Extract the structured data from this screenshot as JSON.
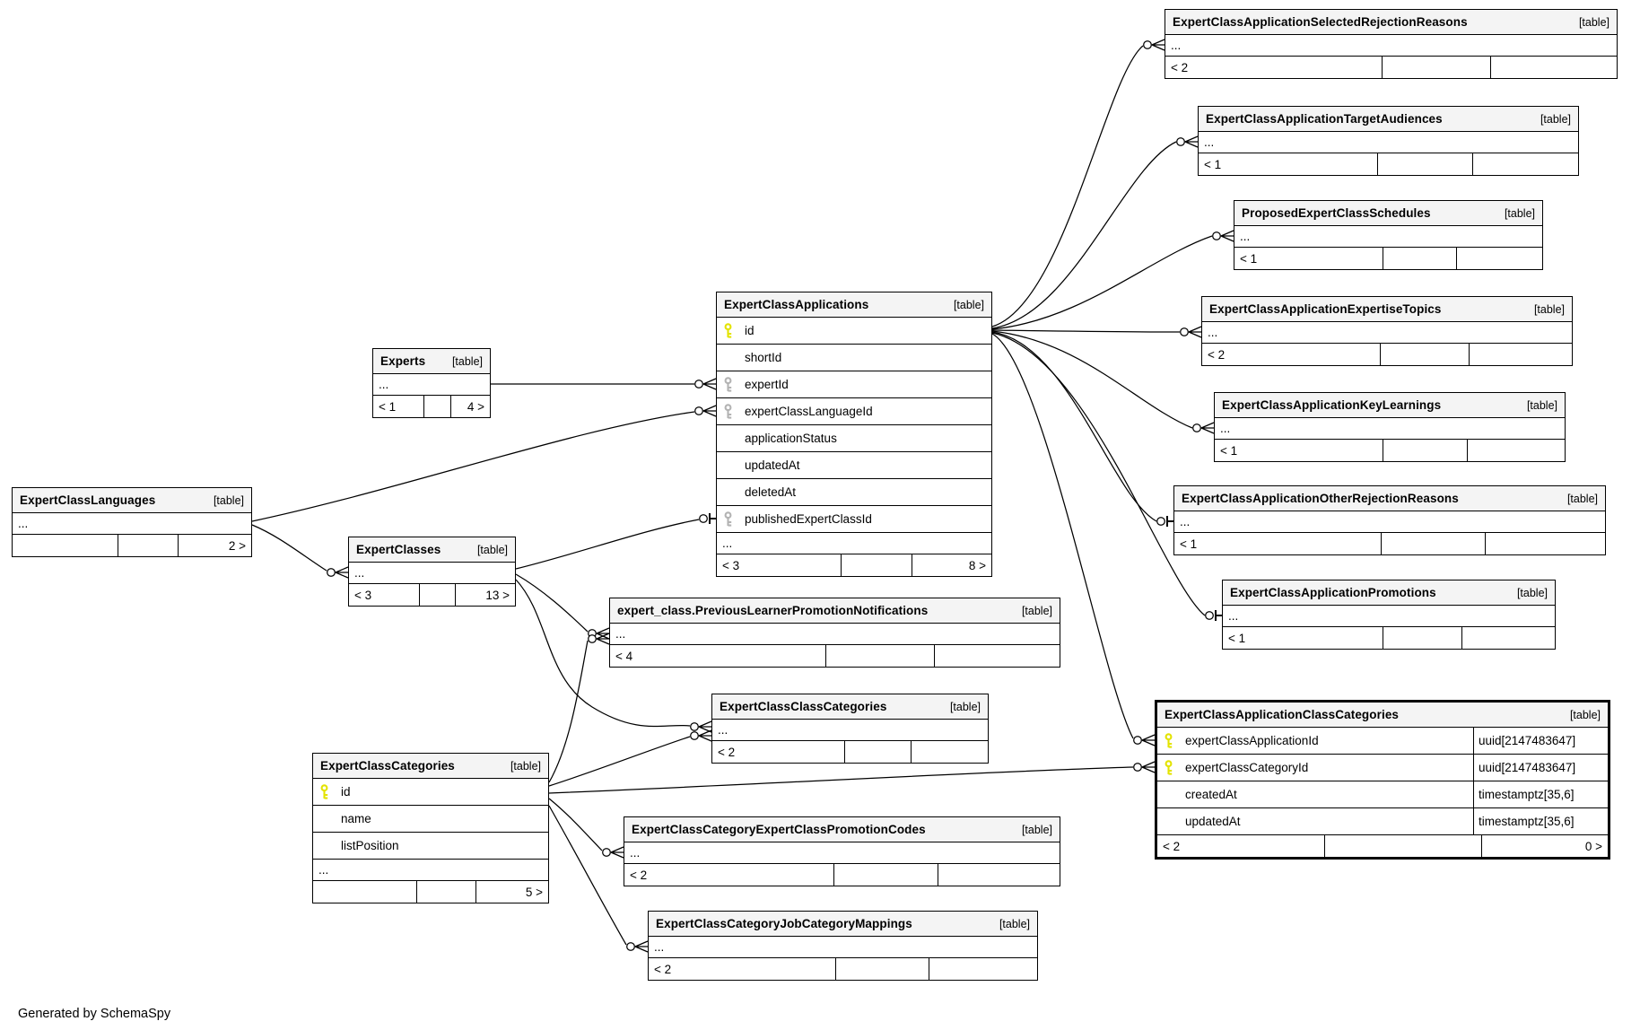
{
  "diagram": {
    "generator_note": "Generated by SchemaSpy",
    "ellipsis_label": "...",
    "primary_key_color": "#e3e300",
    "foreign_key_color": "#b3b3b3",
    "line_color": "#000000"
  },
  "tables": [
    {
      "id": "eca",
      "name": "ExpertClassApplications",
      "tag": "[table]",
      "emphasized": false,
      "columns": [
        {
          "name": "id",
          "key": "pk",
          "type": ""
        },
        {
          "name": "shortId",
          "key": "",
          "type": ""
        },
        {
          "name": "expertId",
          "key": "fk",
          "type": ""
        },
        {
          "name": "expertClassLanguageId",
          "key": "fk",
          "type": ""
        },
        {
          "name": "applicationStatus",
          "key": "",
          "type": ""
        },
        {
          "name": "updatedAt",
          "key": "",
          "type": ""
        },
        {
          "name": "deletedAt",
          "key": "",
          "type": ""
        },
        {
          "name": "publishedExpertClassId",
          "key": "fk",
          "type": ""
        }
      ],
      "ellipsis": true,
      "footer": {
        "left": "< 3",
        "mid": "",
        "right": "8 >"
      }
    },
    {
      "id": "ex",
      "name": "Experts",
      "tag": "[table]",
      "emphasized": false,
      "columns": [],
      "ellipsis": true,
      "footer": {
        "left": "< 1",
        "mid": "",
        "right": "4 >"
      }
    },
    {
      "id": "ecl",
      "name": "ExpertClassLanguages",
      "tag": "[table]",
      "emphasized": false,
      "columns": [],
      "ellipsis": true,
      "footer": {
        "left": "",
        "mid": "",
        "right": "2 >"
      }
    },
    {
      "id": "ec",
      "name": "ExpertClasses",
      "tag": "[table]",
      "emphasized": false,
      "columns": [],
      "ellipsis": true,
      "footer": {
        "left": "< 3",
        "mid": "",
        "right": "13 >"
      }
    },
    {
      "id": "srr",
      "name": "ExpertClassApplicationSelectedRejectionReasons",
      "tag": "[table]",
      "emphasized": false,
      "columns": [],
      "ellipsis": true,
      "footer": {
        "left": "< 2",
        "mid": "",
        "right": ""
      }
    },
    {
      "id": "ta",
      "name": "ExpertClassApplicationTargetAudiences",
      "tag": "[table]",
      "emphasized": false,
      "columns": [],
      "ellipsis": true,
      "footer": {
        "left": "< 1",
        "mid": "",
        "right": ""
      }
    },
    {
      "id": "ps",
      "name": "ProposedExpertClassSchedules",
      "tag": "[table]",
      "emphasized": false,
      "columns": [],
      "ellipsis": true,
      "footer": {
        "left": "< 1",
        "mid": "",
        "right": ""
      }
    },
    {
      "id": "et",
      "name": "ExpertClassApplicationExpertiseTopics",
      "tag": "[table]",
      "emphasized": false,
      "columns": [],
      "ellipsis": true,
      "footer": {
        "left": "< 2",
        "mid": "",
        "right": ""
      }
    },
    {
      "id": "kl",
      "name": "ExpertClassApplicationKeyLearnings",
      "tag": "[table]",
      "emphasized": false,
      "columns": [],
      "ellipsis": true,
      "footer": {
        "left": "< 1",
        "mid": "",
        "right": ""
      }
    },
    {
      "id": "orr",
      "name": "ExpertClassApplicationOtherRejectionReasons",
      "tag": "[table]",
      "emphasized": false,
      "columns": [],
      "ellipsis": true,
      "footer": {
        "left": "< 1",
        "mid": "",
        "right": ""
      }
    },
    {
      "id": "pr",
      "name": "ExpertClassApplicationPromotions",
      "tag": "[table]",
      "emphasized": false,
      "columns": [],
      "ellipsis": true,
      "footer": {
        "left": "< 1",
        "mid": "",
        "right": ""
      }
    },
    {
      "id": "acc",
      "name": "ExpertClassApplicationClassCategories",
      "tag": "[table]",
      "emphasized": true,
      "columns": [
        {
          "name": "expertClassApplicationId",
          "key": "pk",
          "type": "uuid[2147483647]"
        },
        {
          "name": "expertClassCategoryId",
          "key": "pk",
          "type": "uuid[2147483647]"
        },
        {
          "name": "createdAt",
          "key": "",
          "type": "timestamptz[35,6]"
        },
        {
          "name": "updatedAt",
          "key": "",
          "type": "timestamptz[35,6]"
        }
      ],
      "ellipsis": false,
      "footer": {
        "left": "< 2",
        "mid": "",
        "right": "0 >"
      }
    },
    {
      "id": "pln",
      "name": "expert_class.PreviousLearnerPromotionNotifications",
      "tag": "[table]",
      "emphasized": false,
      "columns": [],
      "ellipsis": true,
      "footer": {
        "left": "< 4",
        "mid": "",
        "right": ""
      }
    },
    {
      "id": "ccc",
      "name": "ExpertClassClassCategories",
      "tag": "[table]",
      "emphasized": false,
      "columns": [],
      "ellipsis": true,
      "footer": {
        "left": "< 2",
        "mid": "",
        "right": ""
      }
    },
    {
      "id": "ecc",
      "name": "ExpertClassCategories",
      "tag": "[table]",
      "emphasized": false,
      "columns": [
        {
          "name": "id",
          "key": "pk",
          "type": ""
        },
        {
          "name": "name",
          "key": "",
          "type": ""
        },
        {
          "name": "listPosition",
          "key": "",
          "type": ""
        }
      ],
      "ellipsis": true,
      "footer": {
        "left": "",
        "mid": "",
        "right": "5 >"
      }
    },
    {
      "id": "pc",
      "name": "ExpertClassCategoryExpertClassPromotionCodes",
      "tag": "[table]",
      "emphasized": false,
      "columns": [],
      "ellipsis": true,
      "footer": {
        "left": "< 2",
        "mid": "",
        "right": ""
      }
    },
    {
      "id": "jm",
      "name": "ExpertClassCategoryJobCategoryMappings",
      "tag": "[table]",
      "emphasized": false,
      "columns": [],
      "ellipsis": true,
      "footer": {
        "left": "< 2",
        "mid": "",
        "right": ""
      }
    }
  ],
  "relationships": [
    {
      "from": "eca",
      "to": "srr",
      "cardinality": "zero-or-many"
    },
    {
      "from": "eca",
      "to": "ta",
      "cardinality": "zero-or-many"
    },
    {
      "from": "eca",
      "to": "ps",
      "cardinality": "zero-or-many"
    },
    {
      "from": "eca",
      "to": "et",
      "cardinality": "zero-or-many"
    },
    {
      "from": "eca",
      "to": "kl",
      "cardinality": "zero-or-many"
    },
    {
      "from": "eca",
      "to": "orr",
      "cardinality": "zero-or-one"
    },
    {
      "from": "eca",
      "to": "pr",
      "cardinality": "zero-or-one"
    },
    {
      "from": "eca",
      "to": "acc",
      "to_column": "expertClassApplicationId",
      "cardinality": "zero-or-many"
    },
    {
      "from": "ex",
      "to": "eca",
      "to_column": "expertId",
      "cardinality": "zero-or-many"
    },
    {
      "from": "ecl",
      "to": "eca",
      "to_column": "expertClassLanguageId",
      "cardinality": "zero-or-many"
    },
    {
      "from": "ecl",
      "to": "ec",
      "cardinality": "zero-or-many"
    },
    {
      "from": "ec",
      "to": "eca",
      "to_column": "publishedExpertClassId",
      "cardinality": "zero-or-one"
    },
    {
      "from": "ec",
      "to": "pln",
      "cardinality": "zero-or-many"
    },
    {
      "from": "ec",
      "to": "ccc",
      "cardinality": "zero-or-many"
    },
    {
      "from": "ecc",
      "to": "ccc",
      "cardinality": "zero-or-many"
    },
    {
      "from": "ecc",
      "to": "pln",
      "cardinality": "zero-or-many"
    },
    {
      "from": "ecc",
      "to": "acc",
      "to_column": "expertClassCategoryId",
      "cardinality": "zero-or-many"
    },
    {
      "from": "ecc",
      "to": "pc",
      "cardinality": "zero-or-many"
    },
    {
      "from": "ecc",
      "to": "jm",
      "cardinality": "zero-or-many"
    }
  ]
}
